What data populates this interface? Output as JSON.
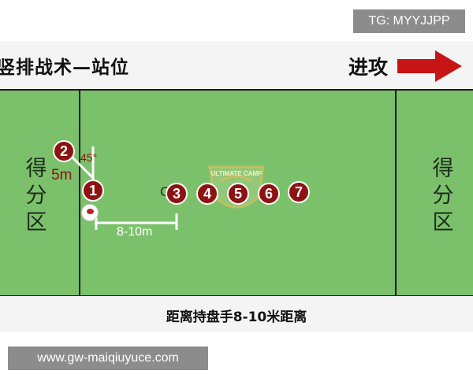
{
  "watermark_top": "TG: MYYJJPP",
  "watermark_bottom": "www.gw-maiqiuyuce.com",
  "title": "竖排战术—站位",
  "attack_label": "进攻",
  "endzone_left": [
    "得",
    "分",
    "区"
  ],
  "endzone_right": [
    "得",
    "分",
    "区"
  ],
  "players": [
    "1",
    "2",
    "3",
    "4",
    "5",
    "6",
    "7"
  ],
  "angle_label": "45°",
  "five_m_label": "5m",
  "distance_label": "8-10m",
  "c_mark": "C",
  "logo_text": "ULTIMATE CAMP",
  "caption": "距离持盘手8-10米距离",
  "colors": {
    "field": "#7bc16b",
    "player": "#8d1212",
    "arrow": "#c71515",
    "lines": "#1b1b1b"
  }
}
